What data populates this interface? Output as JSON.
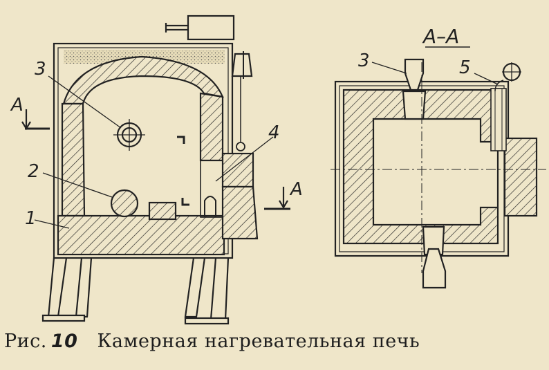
{
  "caption": {
    "prefix": "Рис.",
    "number": "10",
    "title": "Камерная нагревательная печь"
  },
  "section_title": "А–А",
  "section_marks": {
    "left": "А",
    "right": "А"
  },
  "labels": {
    "front": [
      "1",
      "2",
      "3",
      "4"
    ],
    "section": [
      "3",
      "5"
    ]
  }
}
